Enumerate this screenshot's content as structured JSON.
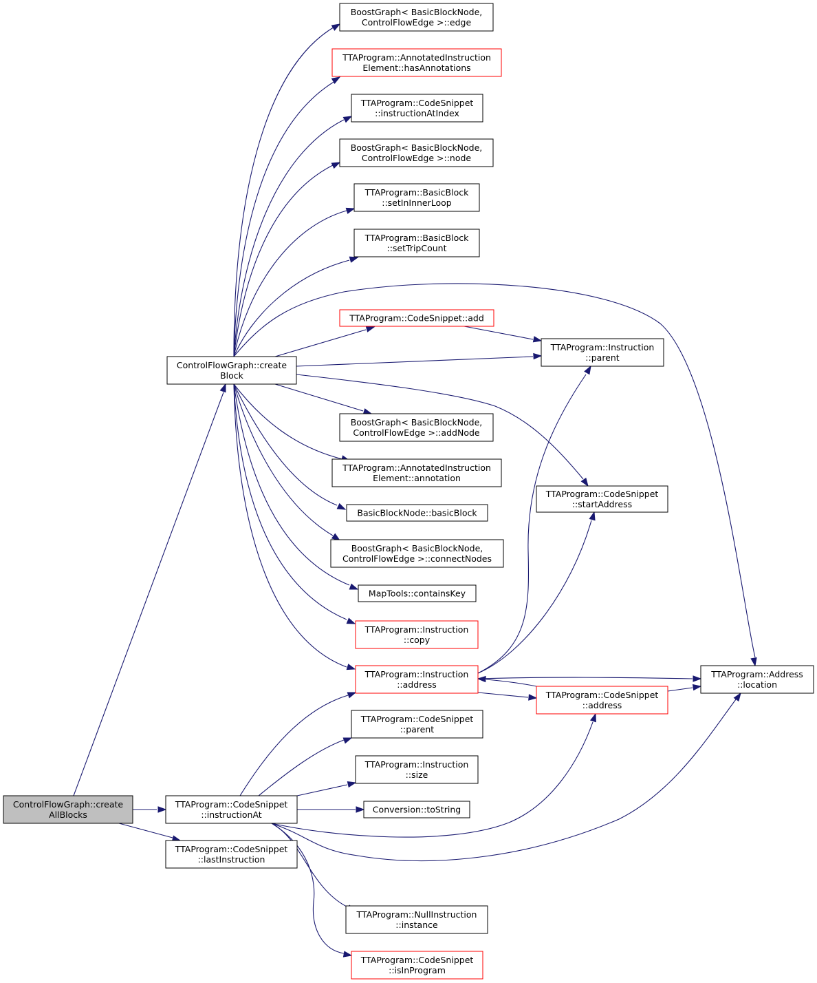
{
  "colors": {
    "edge": "#191970",
    "node_border": "#000000",
    "node_border_truncated": "#ff0000",
    "root_fill": "#bfbfbf",
    "node_fill": "#ffffff"
  },
  "nodes": {
    "createAllBlocks": {
      "lines": [
        "ControlFlowGraph::create",
        "AllBlocks"
      ],
      "style": "root"
    },
    "createBlock": {
      "lines": [
        "ControlFlowGraph::create",
        "Block"
      ],
      "style": "normal"
    },
    "instructionAt": {
      "lines": [
        "TTAProgram::CodeSnippet",
        "::instructionAt"
      ],
      "style": "normal"
    },
    "lastInstruction": {
      "lines": [
        "TTAProgram::CodeSnippet",
        "::lastInstruction"
      ],
      "style": "normal"
    },
    "edge": {
      "lines": [
        "BoostGraph< BasicBlockNode,",
        "ControlFlowEdge >::edge"
      ],
      "style": "normal"
    },
    "hasAnnotations": {
      "lines": [
        "TTAProgram::AnnotatedInstruction",
        "Element::hasAnnotations"
      ],
      "style": "truncated"
    },
    "instructionAtIndex": {
      "lines": [
        "TTAProgram::CodeSnippet",
        "::instructionAtIndex"
      ],
      "style": "normal"
    },
    "node": {
      "lines": [
        "BoostGraph< BasicBlockNode,",
        "ControlFlowEdge >::node"
      ],
      "style": "normal"
    },
    "setInInnerLoop": {
      "lines": [
        "TTAProgram::BasicBlock",
        "::setInInnerLoop"
      ],
      "style": "normal"
    },
    "setTripCount": {
      "lines": [
        "TTAProgram::BasicBlock",
        "::setTripCount"
      ],
      "style": "normal"
    },
    "csAdd": {
      "lines": [
        "TTAProgram::CodeSnippet::add"
      ],
      "style": "truncated"
    },
    "instrParent": {
      "lines": [
        "TTAProgram::Instruction",
        "::parent"
      ],
      "style": "normal"
    },
    "addNode": {
      "lines": [
        "BoostGraph< BasicBlockNode,",
        "ControlFlowEdge >::addNode"
      ],
      "style": "normal"
    },
    "annotation": {
      "lines": [
        "TTAProgram::AnnotatedInstruction",
        "Element::annotation"
      ],
      "style": "normal"
    },
    "startAddress": {
      "lines": [
        "TTAProgram::CodeSnippet",
        "::startAddress"
      ],
      "style": "normal"
    },
    "basicBlock": {
      "lines": [
        "BasicBlockNode::basicBlock"
      ],
      "style": "normal"
    },
    "connectNodes": {
      "lines": [
        "BoostGraph< BasicBlockNode,",
        "ControlFlowEdge >::connectNodes"
      ],
      "style": "normal"
    },
    "containsKey": {
      "lines": [
        "MapTools::containsKey"
      ],
      "style": "normal"
    },
    "instrCopy": {
      "lines": [
        "TTAProgram::Instruction",
        "::copy"
      ],
      "style": "truncated"
    },
    "instrAddress": {
      "lines": [
        "TTAProgram::Instruction",
        "::address"
      ],
      "style": "truncated"
    },
    "location": {
      "lines": [
        "TTAProgram::Address",
        "::location"
      ],
      "style": "normal"
    },
    "csAddress": {
      "lines": [
        "TTAProgram::CodeSnippet",
        "::address"
      ],
      "style": "truncated"
    },
    "csParent": {
      "lines": [
        "TTAProgram::CodeSnippet",
        "::parent"
      ],
      "style": "normal"
    },
    "instrSize": {
      "lines": [
        "TTAProgram::Instruction",
        "::size"
      ],
      "style": "normal"
    },
    "toString": {
      "lines": [
        "Conversion::toString"
      ],
      "style": "normal"
    },
    "nullInstance": {
      "lines": [
        "TTAProgram::NullInstruction",
        "::instance"
      ],
      "style": "normal"
    },
    "isInProgram": {
      "lines": [
        "TTAProgram::CodeSnippet",
        "::isInProgram"
      ],
      "style": "truncated"
    }
  },
  "edges": [
    [
      "createAllBlocks",
      "createBlock"
    ],
    [
      "createAllBlocks",
      "instructionAt"
    ],
    [
      "createAllBlocks",
      "lastInstruction"
    ],
    [
      "createBlock",
      "edge"
    ],
    [
      "createBlock",
      "hasAnnotations"
    ],
    [
      "createBlock",
      "instructionAtIndex"
    ],
    [
      "createBlock",
      "node"
    ],
    [
      "createBlock",
      "setInInnerLoop"
    ],
    [
      "createBlock",
      "setTripCount"
    ],
    [
      "createBlock",
      "location"
    ],
    [
      "createBlock",
      "csAdd"
    ],
    [
      "createBlock",
      "instrParent"
    ],
    [
      "createBlock",
      "addNode"
    ],
    [
      "createBlock",
      "annotation"
    ],
    [
      "createBlock",
      "startAddress"
    ],
    [
      "createBlock",
      "basicBlock"
    ],
    [
      "createBlock",
      "connectNodes"
    ],
    [
      "createBlock",
      "containsKey"
    ],
    [
      "createBlock",
      "instrCopy"
    ],
    [
      "createBlock",
      "instrAddress"
    ],
    [
      "csAdd",
      "instrParent"
    ],
    [
      "instrAddress",
      "instrParent"
    ],
    [
      "instrAddress",
      "startAddress"
    ],
    [
      "instrAddress",
      "location"
    ],
    [
      "instrAddress",
      "csAddress"
    ],
    [
      "csAddress",
      "instrAddress"
    ],
    [
      "csAddress",
      "location"
    ],
    [
      "instructionAt",
      "instrAddress"
    ],
    [
      "instructionAt",
      "csParent"
    ],
    [
      "instructionAt",
      "instrSize"
    ],
    [
      "instructionAt",
      "toString"
    ],
    [
      "instructionAt",
      "csAddress"
    ],
    [
      "instructionAt",
      "location"
    ],
    [
      "instructionAt",
      "nullInstance"
    ],
    [
      "instructionAt",
      "isInProgram"
    ]
  ]
}
